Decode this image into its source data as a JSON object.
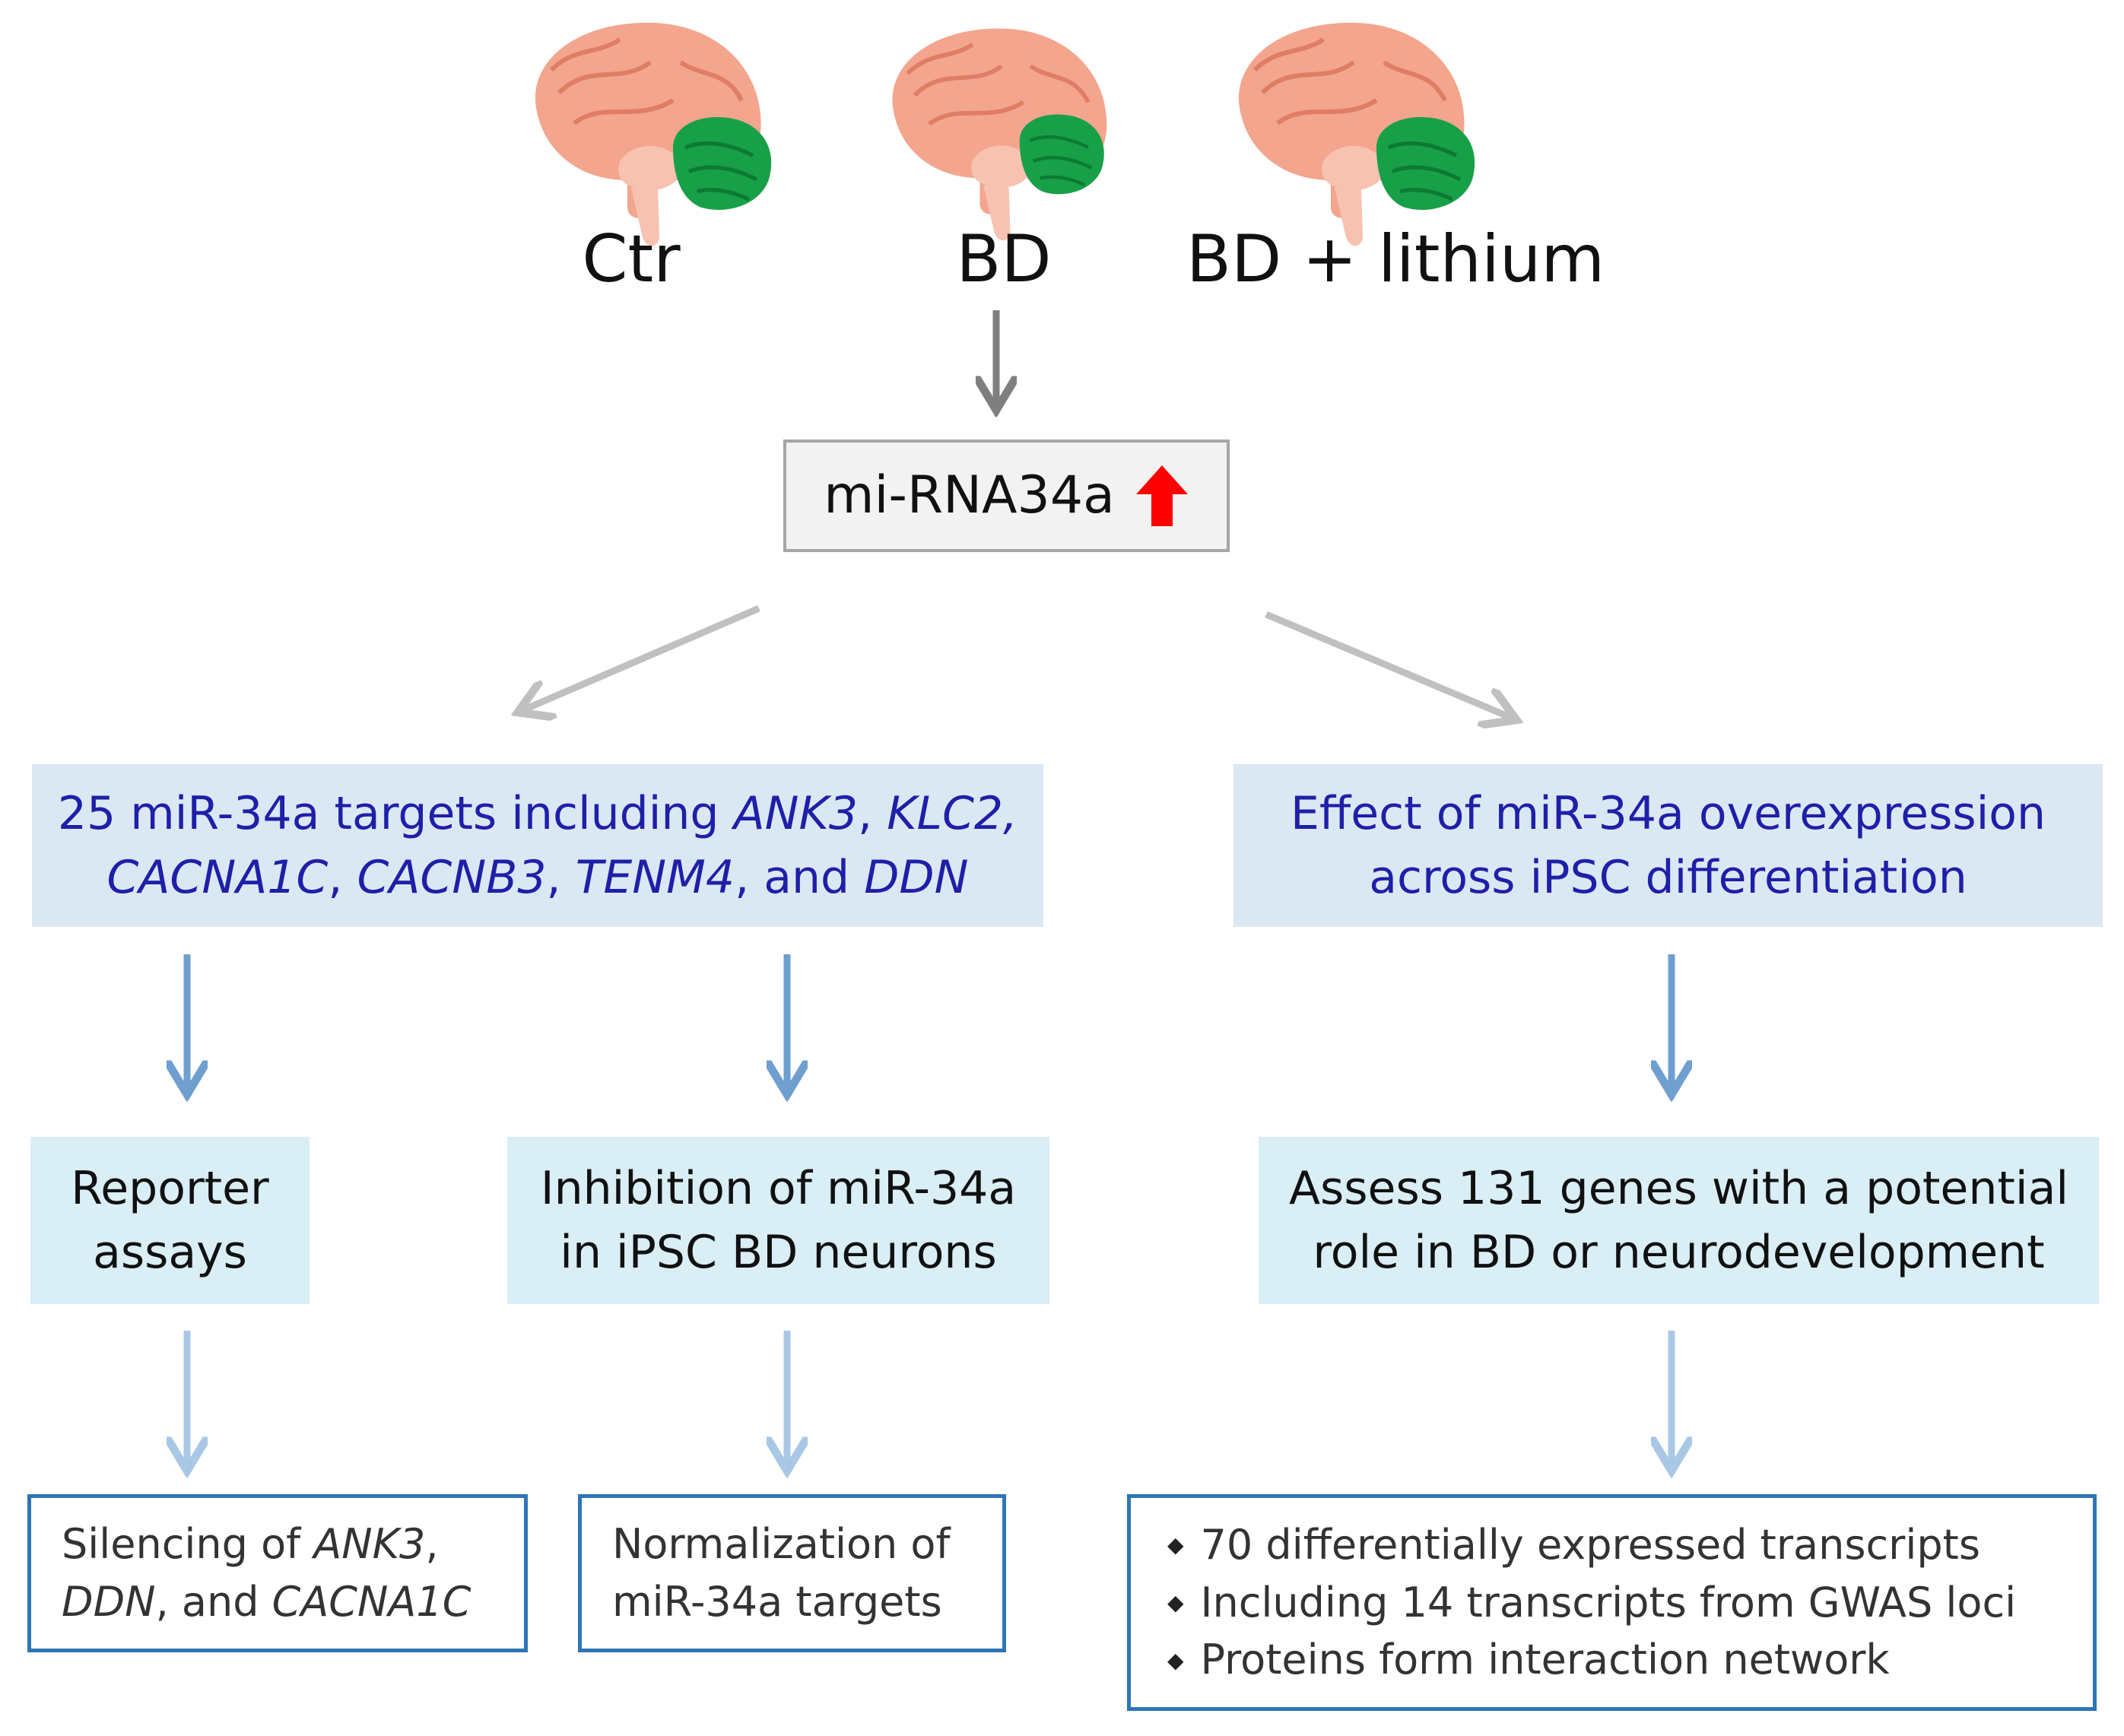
{
  "groups": {
    "ctr": "Ctr",
    "bd": "BD",
    "bd_lithium": "BD + lithium"
  },
  "center": {
    "label": "mi-RNA34a",
    "arrow_color": "#ff0000"
  },
  "left_head": {
    "line1_a": "25 miR-34a targets including ",
    "line1_b": "ANK3",
    "line1_c": ", ",
    "line1_d": "KLC2,",
    "line2_a": "CACNA1C",
    "line2_b": ", ",
    "line2_c": "CACNB3",
    "line2_d": ", ",
    "line2_e": "TENM4",
    "line2_f": ", and ",
    "line2_g": "DDN"
  },
  "right_head": {
    "line1": "Effect of miR-34a overexpression",
    "line2": "across iPSC differentiation"
  },
  "reporter": {
    "line1": "Reporter",
    "line2": "assays"
  },
  "inhibition": {
    "line1": "Inhibition of miR-34a",
    "line2": "in iPSC BD neurons"
  },
  "assess": {
    "line1": "Assess 131 genes with a potential",
    "line2": "role in BD or neurodevelopment"
  },
  "silencing": {
    "line1_a": "Silencing of ",
    "line1_b": "ANK3",
    "line1_c": ",",
    "line2_a": "DDN",
    "line2_b": ", and ",
    "line2_c": "CACNA1C"
  },
  "normalization": {
    "line1": "Normalization of",
    "line2": "miR-34a targets"
  },
  "results": [
    "70 differentially  expressed transcripts",
    "Including 14 transcripts from GWAS loci",
    "Proteins form interaction network"
  ],
  "colors": {
    "brain": "#f2a48c",
    "cerebellum": "#1aa34a",
    "blue_text": "#1f1fa8",
    "box_border": "#2e75b6"
  }
}
